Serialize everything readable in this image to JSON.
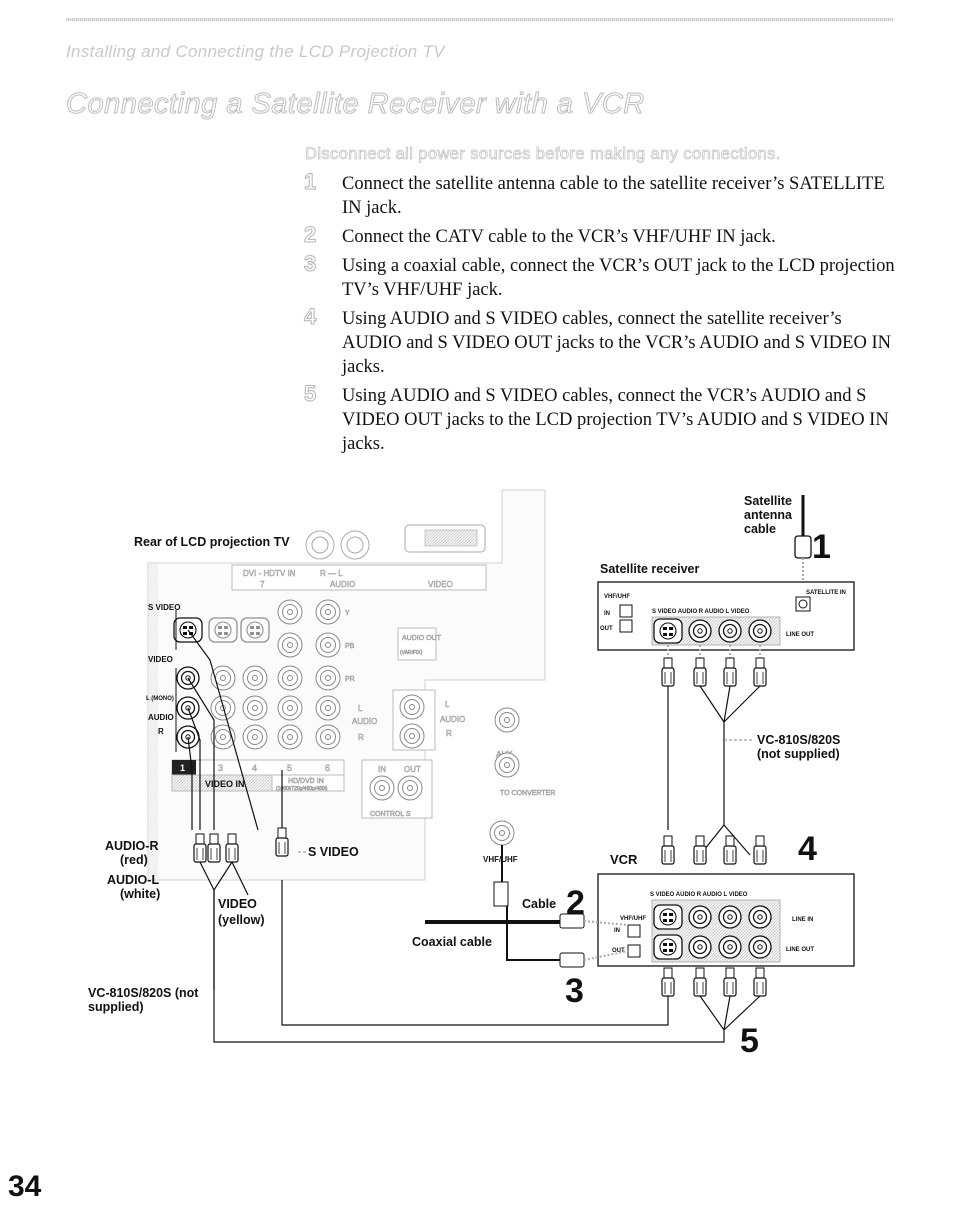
{
  "header": {
    "section": "Installing and Connecting the LCD Projection TV",
    "title": "Connecting a Satellite Receiver with a VCR"
  },
  "warning": "Disconnect all power sources before making any connections.",
  "steps": [
    {
      "num": "1",
      "text": "Connect the satellite antenna cable to the satellite receiver’s SATELLITE IN jack."
    },
    {
      "num": "2",
      "text": "Connect the CATV cable to the VCR’s VHF/UHF IN jack."
    },
    {
      "num": "3",
      "text": "Using a coaxial cable, connect the VCR’s OUT jack to the LCD projection TV’s VHF/UHF jack."
    },
    {
      "num": "4",
      "text": "Using AUDIO and S VIDEO cables, connect the satellite receiver’s AUDIO and S VIDEO OUT jacks to the VCR’s AUDIO and S VIDEO IN jacks."
    },
    {
      "num": "5",
      "text": "Using AUDIO and S VIDEO cables, connect the VCR’s AUDIO and S VIDEO OUT jacks to the LCD projection TV’s AUDIO and S VIDEO IN jacks."
    }
  ],
  "diagram": {
    "tv_label": "Rear of LCD projection TV",
    "tv_panel": {
      "dvi": "DVI - HDTV  IN",
      "audio_rl": "R  —  L",
      "num_7": "7",
      "audio": "AUDIO",
      "video": "VIDEO",
      "svideo": "S VIDEO",
      "video_small": "VIDEO",
      "l_mono": "L (MONO)",
      "audio_small": "AUDIO",
      "r": "R",
      "inputs": [
        "1",
        "3",
        "4",
        "5",
        "6"
      ],
      "video_in": "VIDEO IN",
      "hd_dvd_in": "HD/DVD IN",
      "hd_dvd_sub": "(1080i/720p/480p/480i)",
      "y": "Y",
      "pb": "PB",
      "pr": "PR",
      "l": "L",
      "audio_out": "AUDIO OUT",
      "var_fix": "(VAR/FIX)",
      "aux": "AUX",
      "in": "IN",
      "out": "OUT",
      "control_s": "CONTROL S",
      "to_converter": "TO CONVERTER",
      "vhf_uhf": "VHF/UHF"
    },
    "satellite_antenna_cable": "Satellite antenna cable",
    "satellite_receiver": "Satellite receiver",
    "sat_panel": {
      "satellite_in": "SATELLITE IN",
      "vhf_uhf": "VHF/UHF",
      "in": "IN",
      "out": "OUT",
      "jack_header": "S VIDEO  AUDIO R  AUDIO L  VIDEO",
      "line_out": "LINE OUT"
    },
    "vc_right": "VC-810S/820S (not supplied)",
    "vcr": "VCR",
    "vcr_panel": {
      "jack_header": "S VIDEO  AUDIO R  AUDIO L  VIDEO",
      "vhf_uhf": "VHF/UHF",
      "in": "IN",
      "out": "OUT",
      "line_in": "LINE IN",
      "line_out": "LINE OUT"
    },
    "audio_r": "AUDIO-R",
    "red": "(red)",
    "audio_l": "AUDIO-L",
    "white": "(white)",
    "s_video": "S VIDEO",
    "video": "VIDEO",
    "yellow": "(yellow)",
    "cable": "Cable",
    "coaxial_cable": "Coaxial cable",
    "vc_left": "VC-810S/820S (not supplied)",
    "callouts": [
      "1",
      "2",
      "3",
      "4",
      "5"
    ]
  },
  "page_number": "34"
}
